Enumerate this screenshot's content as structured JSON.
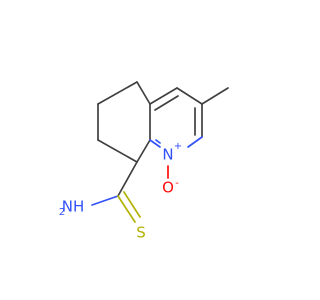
{
  "molecule": {
    "atoms": {
      "ring_n": {
        "symbol": "N",
        "charge": "+"
      },
      "oxide_o": {
        "symbol": "O",
        "charge": "-"
      },
      "amide_n": {
        "symbol": "NH",
        "subscript": "2"
      },
      "thione_s": {
        "symbol": "S"
      }
    }
  },
  "colors": {
    "carbon_bond": "#404040",
    "nitrogen": "#3050F8",
    "oxygen": "#FF0D0D",
    "sulfur": "#B2B200"
  }
}
